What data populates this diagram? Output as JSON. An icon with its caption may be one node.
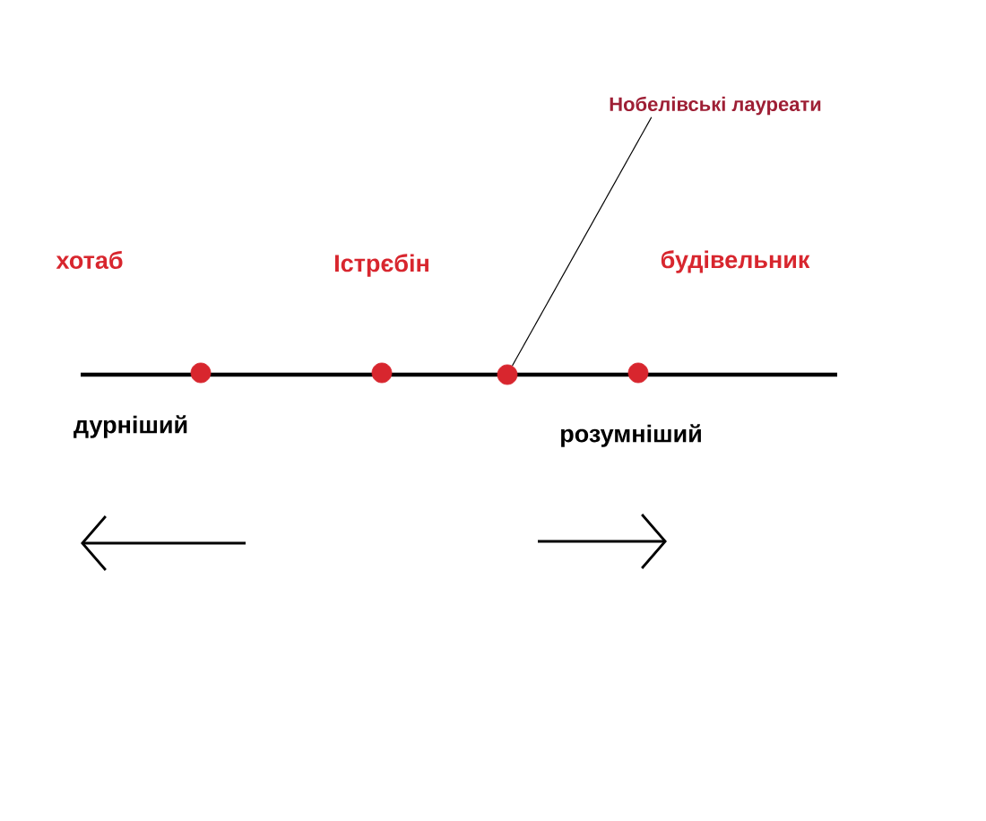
{
  "diagram": {
    "nodes": [
      {
        "text": [
          "Нобелівські лауреати"
        ]
      },
      {
        "text": [],
        "shape": "circle"
      },
      {
        "text": [],
        "shape": "circle"
      },
      {
        "text": [],
        "shape": "circle"
      },
      {
        "text": [],
        "shape": "circle"
      }
    ],
    "edges": [
      {
        "from": 0,
        "to": 3,
        "arrow": "none"
      }
    ],
    "labels": [
      "хотаб",
      "Істрєбін",
      "будівельник",
      "дурніший",
      "розумніший"
    ]
  }
}
